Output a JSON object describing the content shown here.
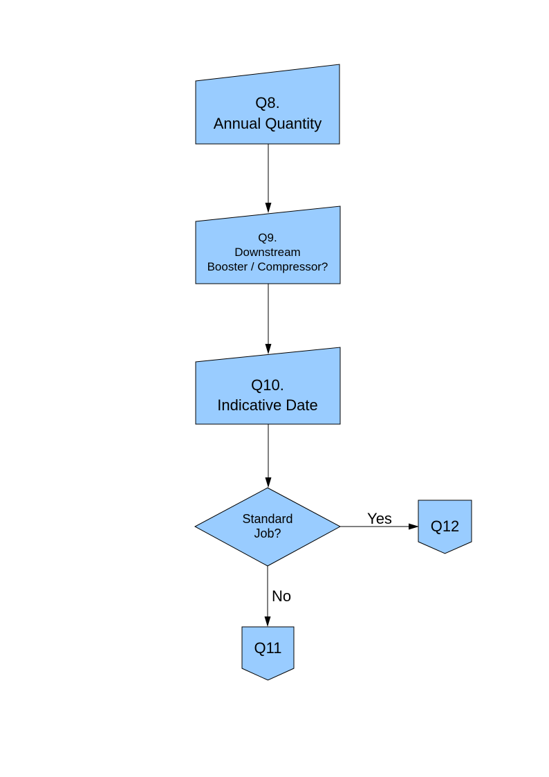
{
  "page": {
    "background_color": "#FFFFFF"
  },
  "diagram": {
    "style": {
      "node_fill": "#99CCFF",
      "node_border": "#000000",
      "line_color": "#000000",
      "text_color": "#000000"
    },
    "nodes": {
      "q8": {
        "shape": "manual-input",
        "lines": [
          "Q8.",
          "Annual Quantity"
        ]
      },
      "q9": {
        "shape": "manual-input",
        "lines": [
          "Q9.",
          "Downstream",
          "Booster / Compressor?"
        ]
      },
      "q10": {
        "shape": "manual-input",
        "lines": [
          "Q10.",
          "Indicative Date"
        ]
      },
      "decision": {
        "shape": "decision-diamond",
        "lines": [
          "Standard",
          "Job?"
        ]
      },
      "q12": {
        "shape": "off-page-connector",
        "label": "Q12"
      },
      "q11": {
        "shape": "off-page-connector",
        "label": "Q11"
      }
    },
    "edges": [
      {
        "from": "q8",
        "to": "q9",
        "label": ""
      },
      {
        "from": "q9",
        "to": "q10",
        "label": ""
      },
      {
        "from": "q10",
        "to": "decision",
        "label": ""
      },
      {
        "from": "decision",
        "to": "q12",
        "label": "Yes"
      },
      {
        "from": "decision",
        "to": "q11",
        "label": "No"
      }
    ]
  }
}
